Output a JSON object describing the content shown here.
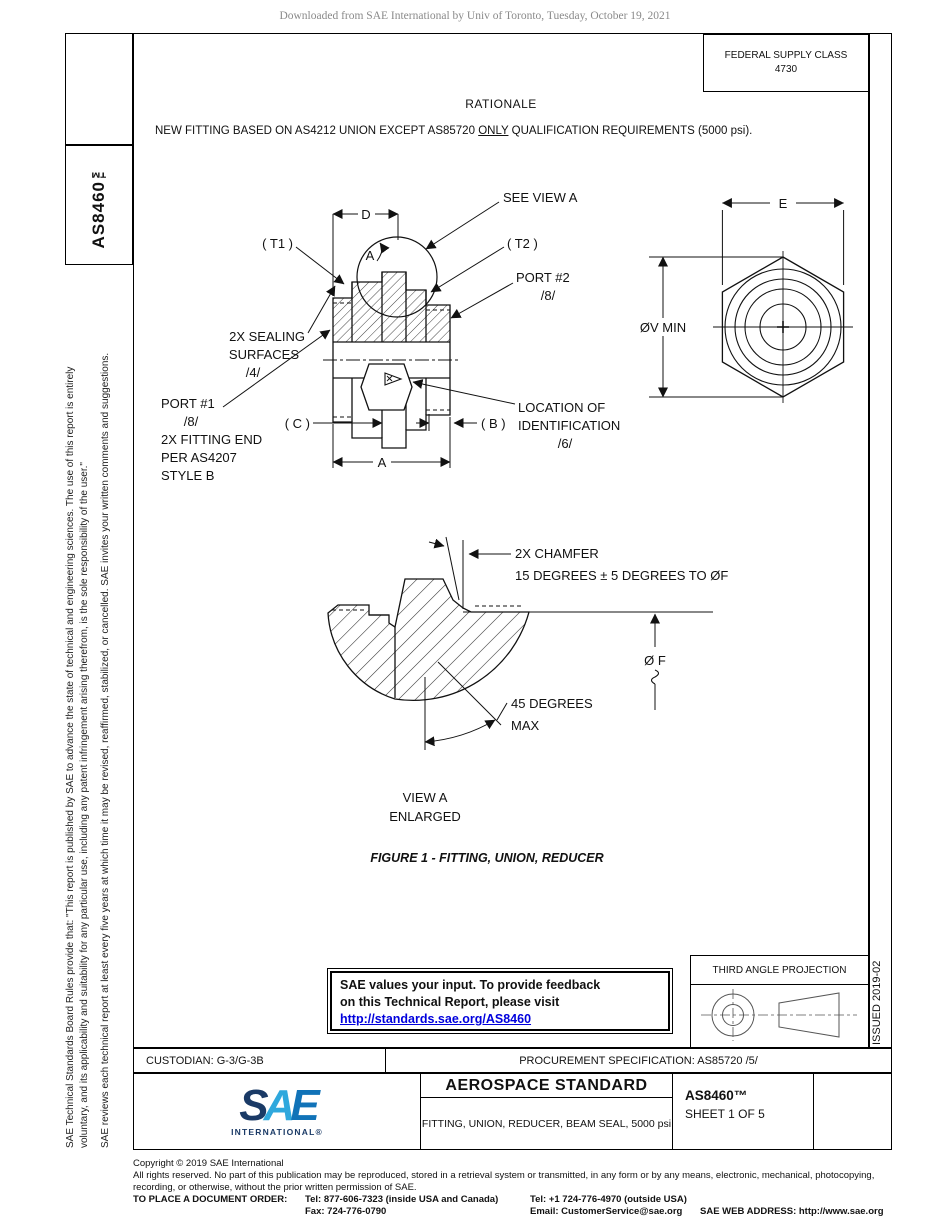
{
  "page": {
    "downloaded_note": "Downloaded from SAE International by Univ of Toronto, Tuesday, October 19, 2021"
  },
  "header": {
    "fsc_line1": "FEDERAL SUPPLY CLASS",
    "fsc_line2": "4730",
    "rationale_title": "RATIONALE",
    "rationale_pre": "NEW FITTING BASED ON AS4212 UNION EXCEPT AS85720 ",
    "rationale_underlined": "ONLY",
    "rationale_post": " QUALIFICATION REQUIREMENTS (5000 psi)."
  },
  "sidebar": {
    "doc_number": "AS8460™",
    "disclaimer_line1": "SAE Technical Standards Board Rules provide that: \"This report is published by SAE to advance the state of technical and engineering sciences. The use of this report is entirely",
    "disclaimer_line2": "voluntary, and its applicability and suitability for any particular use, including any patent infringement arising therefrom, is the sole responsibility of the user.\"",
    "disclaimer_line3": "SAE reviews each technical report at least every five years at which time it may be revised, reaffirmed, stabilized, or cancelled. SAE invites your written comments and suggestions."
  },
  "right_margin": {
    "issued": "ISSUED 2019-02"
  },
  "figure": {
    "see_view_a": "SEE VIEW A",
    "view_circle_letter": "A",
    "t1": "( T1 )",
    "t2": "( T2 )",
    "port2_line1": "PORT #2",
    "port2_line2": "/8/",
    "sealing_line1": "2X SEALING",
    "sealing_line2": "SURFACES",
    "sealing_line3": "/4/",
    "port1_line1": "PORT #1",
    "port1_line2": "/8/",
    "fitting_end_line1": "2X FITTING END",
    "fitting_end_line2": "PER AS4207",
    "fitting_end_line3": "STYLE  B",
    "location_line1": "LOCATION  OF",
    "location_line2": "IDENTIFICATION",
    "location_line3": "/6/",
    "dim_d": "D",
    "dim_a": "A",
    "dim_c": "( C )",
    "dim_b": "( B )",
    "dim_e": "E",
    "dim_v": "ØV  MIN",
    "chamfer_line1": "2X  CHAMFER",
    "chamfer_line2": "15  DEGREES  ±  5 DEGREES  TO  ØF",
    "dim_f": "Ø F",
    "deg45_line1": "45  DEGREES",
    "deg45_line2": "MAX",
    "view_a_line1": "VIEW  A",
    "view_a_line2": "ENLARGED",
    "caption": "FIGURE 1 - FITTING, UNION, REDUCER"
  },
  "feedback": {
    "line1": "SAE values your input. To provide feedback",
    "line2": "on this Technical Report, please visit",
    "link": "http://standards.sae.org/AS8460"
  },
  "projection": {
    "label": "THIRD ANGLE PROJECTION"
  },
  "footer": {
    "custodian": "CUSTODIAN: G-3/G-3B",
    "procurement": "PROCUREMENT SPECIFICATION: AS85720 /5/",
    "doc_type": "AEROSPACE STANDARD",
    "doc_title": "FITTING, UNION, REDUCER, BEAM SEAL, 5000 psi",
    "doc_number": "AS8460™",
    "sheet": "SHEET 1 OF 5",
    "logo_s": "S",
    "logo_a": "A",
    "logo_e": "E",
    "logo_sub": "INTERNATIONAL®"
  },
  "copyright": {
    "line1": "Copyright © 2019 SAE International",
    "line2": "All rights reserved. No part of this publication may be reproduced, stored in a retrieval system or transmitted, in any form or by any means, electronic, mechanical, photocopying,",
    "line3": "recording, or otherwise, without the prior written permission of SAE.",
    "order_label": "TO PLACE A DOCUMENT ORDER:",
    "tel1": "Tel: 877-606-7323 (inside USA and Canada)",
    "tel2": "Tel: +1 724-776-4970 (outside USA)",
    "fax": "Fax: 724-776-0790",
    "email": "Email: CustomerService@sae.org",
    "web": "SAE WEB ADDRESS: http://www.sae.org"
  },
  "colors": {
    "link": "#0000dd",
    "sae_navy": "#1a3a66",
    "sae_light": "#2fa8dd",
    "sae_mid": "#1173b8"
  }
}
